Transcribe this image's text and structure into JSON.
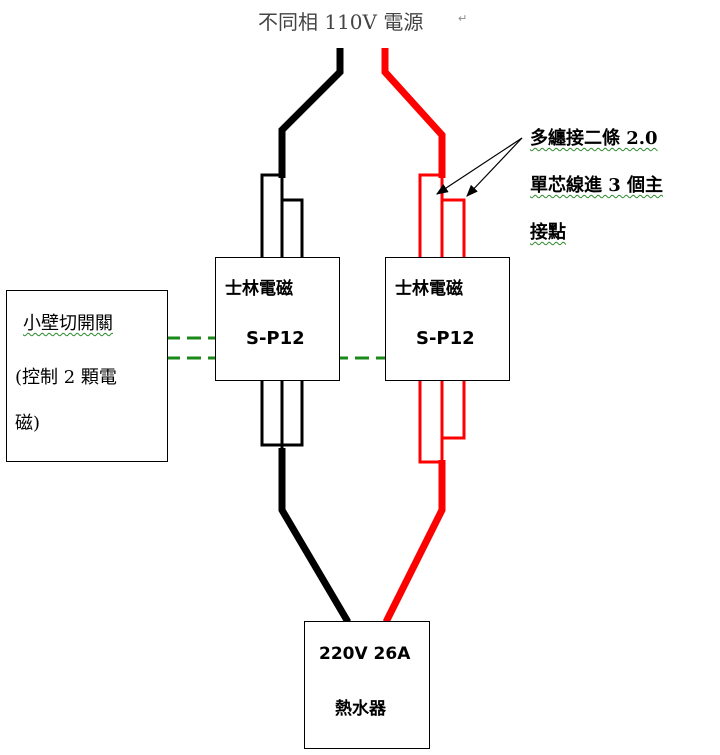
{
  "title": "不同相 110V 電源",
  "note": {
    "line1": "多纏接二條 2.0",
    "line2": "單芯線進 3 個主",
    "line3": "接點"
  },
  "contactor_left": {
    "brand": "士林電磁",
    "model": "S-P12"
  },
  "contactor_right": {
    "brand": "士林電磁",
    "model": "S-P12"
  },
  "switch": {
    "line1": "小壁切開關",
    "line2": "(控制 2 顆電",
    "line3": "磁)"
  },
  "heater": {
    "rating": "220V 26A",
    "name": "熱水器"
  },
  "colors": {
    "live_left": "#000000",
    "live_right": "#ff0000",
    "control": "#1a8a1a"
  }
}
